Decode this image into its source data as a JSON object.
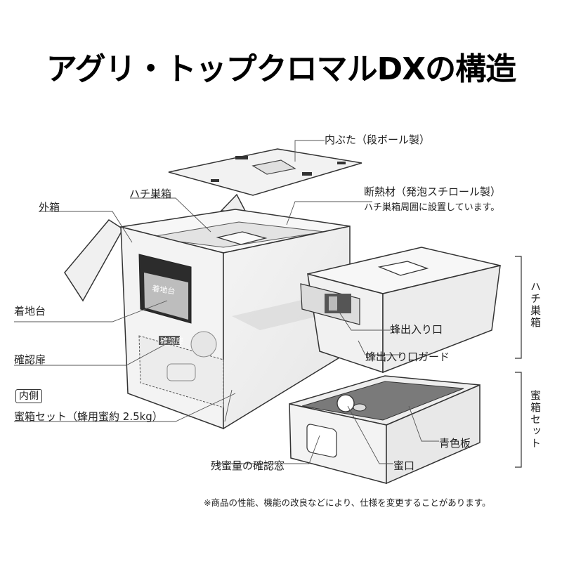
{
  "title": "アグリ・トップクロマルDXの構造",
  "labels": {
    "inner_lid": "内ぶた（段ボール製）",
    "hachi_su_bako": "ハチ巣箱",
    "insulation": "断熱材（発泡スチロール製）",
    "insulation_note": "ハチ巣箱周囲に設置しています。",
    "outer_box": "外箱",
    "landing_board": "着地台",
    "check_door": "確認扉",
    "inside_badge": "内側",
    "nectar_set": "蜜箱セット（蜂用蜜約 2.5kg）",
    "entrance": "蜂出入り口",
    "entrance_guard": "蜂出入り口ガード",
    "blue_board": "青色板",
    "nectar_port": "蜜口",
    "remaining_window": "残蜜量の確認窓"
  },
  "brackets": {
    "top": "ハチ巣箱",
    "bottom": "蜜箱セット"
  },
  "stamps": {
    "landing": "着地台",
    "door": "確認扉"
  },
  "note": "※商品の性能、機能の改良などにより、仕様を変更することがあります。"
}
